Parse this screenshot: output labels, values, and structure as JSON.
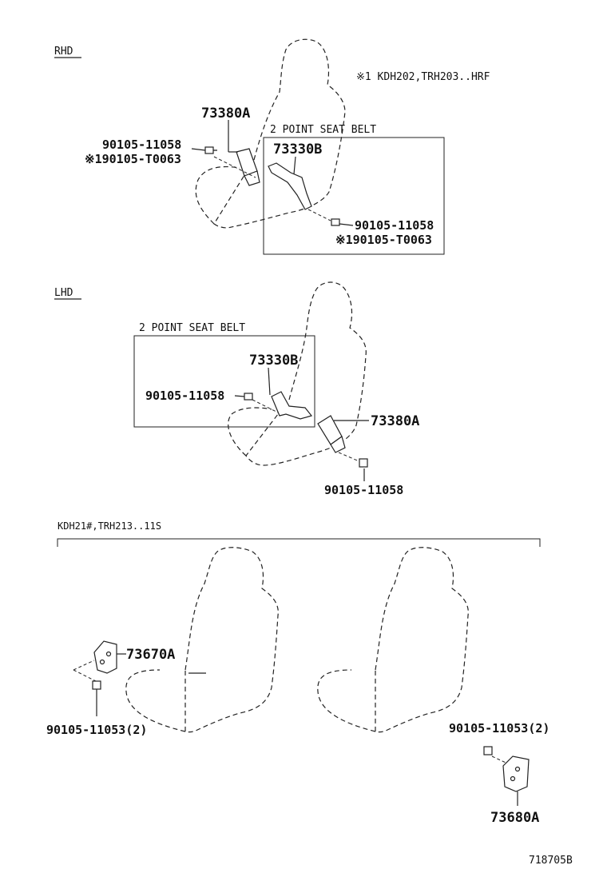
{
  "sections": {
    "rhd": {
      "heading": "RHD",
      "note": "※1  KDH202,TRH203..HRF",
      "seat_belt_part": "73380A",
      "bolt_main": "90105-11058",
      "bolt_alt": "※190105-T0063",
      "box_title": "2 POINT SEAT BELT",
      "box_belt_part": "73330B",
      "box_bolt_main": "90105-11058",
      "box_bolt_alt": "※190105-T0063"
    },
    "lhd": {
      "heading": "LHD",
      "box_title": "2 POINT SEAT BELT",
      "box_belt_part": "73330B",
      "box_bolt": "90105-11058",
      "seat_belt_part": "73380A",
      "bolt": "90105-11058"
    },
    "kdh": {
      "heading": "KDH21#,TRH213..11S",
      "left_bracket_part": "73670A",
      "left_bolt": "90105-11053(2)",
      "right_bolt": "90105-11053(2)",
      "right_bracket_part": "73680A"
    }
  },
  "footer": {
    "drawing_code": "718705B"
  }
}
